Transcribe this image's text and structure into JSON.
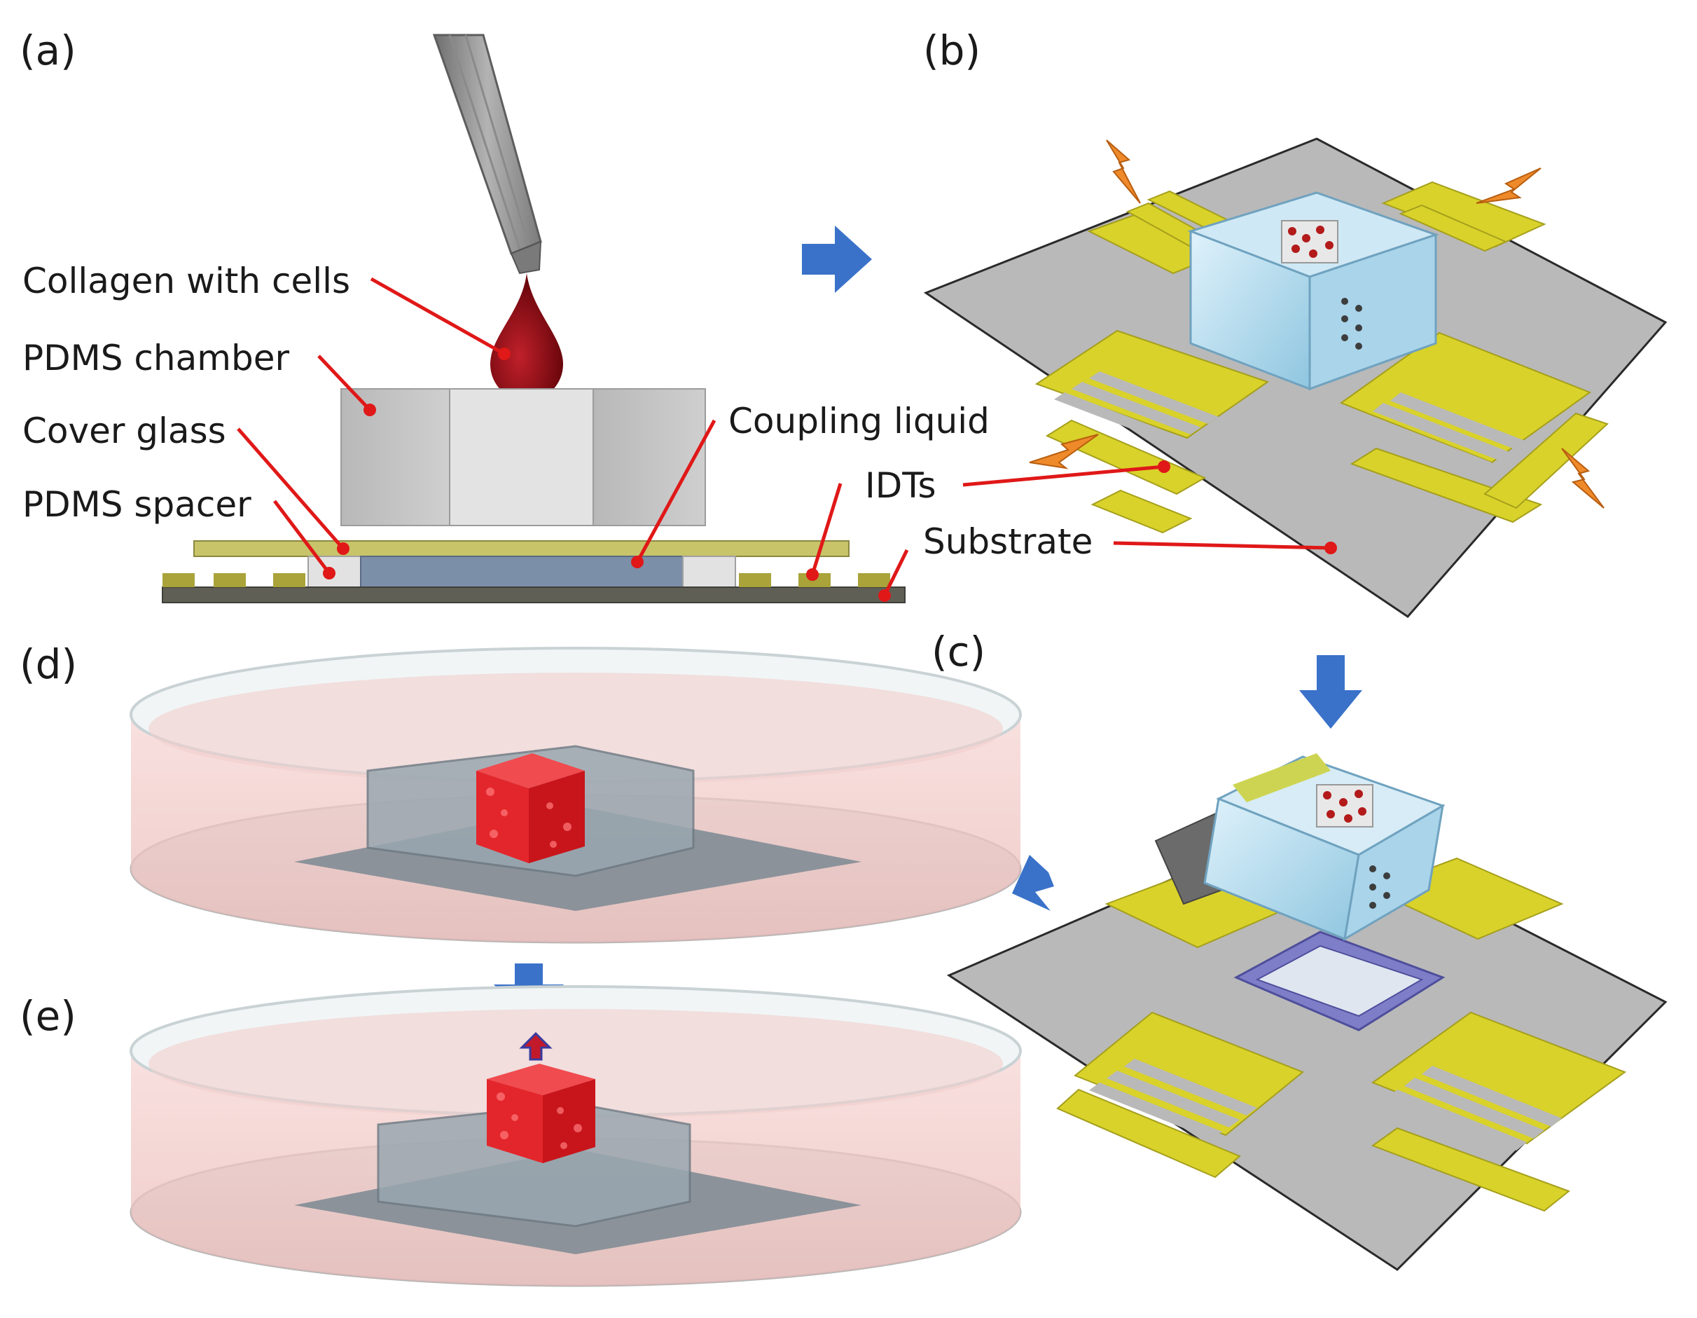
{
  "panels": {
    "a": "(a)",
    "b": "(b)",
    "c": "(c)",
    "d": "(d)",
    "e": "(e)"
  },
  "labels": {
    "collagen_with_cells": "Collagen with cells",
    "pdms_chamber": "PDMS chamber",
    "cover_glass": "Cover glass",
    "pdms_spacer": "PDMS spacer",
    "coupling_liquid": "Coupling liquid",
    "idts": "IDTs",
    "substrate": "Substrate"
  },
  "colors": {
    "arrow_blue": "#3a72c9",
    "callout_red": "#e01818",
    "electrode_yellow": "#d9d22a",
    "substrate_gray": "#b9b9b9",
    "droplet_red": "#8e0c12",
    "cube_red": "#e3262b",
    "medium_pink": "#f2c6c4",
    "lightning_orange": "#ef8a2a"
  }
}
